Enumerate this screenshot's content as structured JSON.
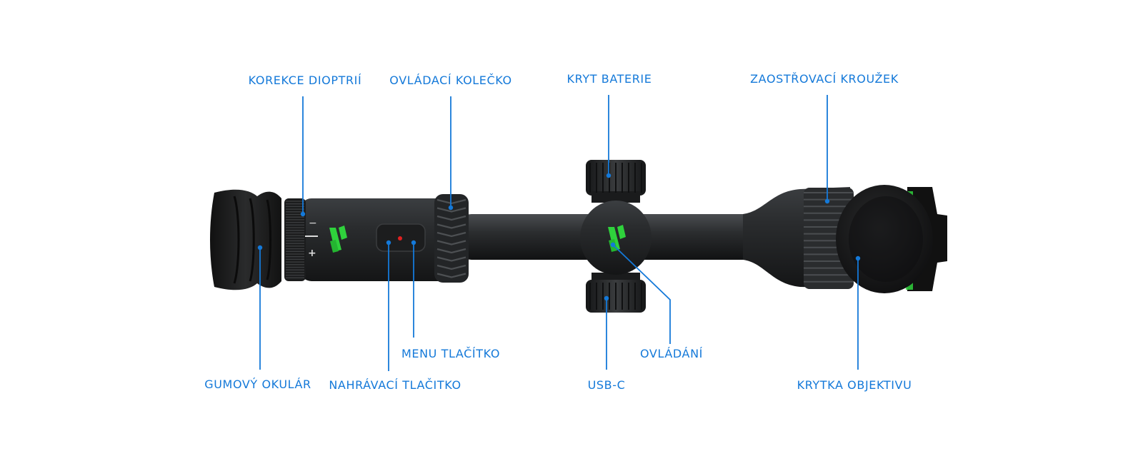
{
  "colors": {
    "accent": "#1479d9",
    "body": "#2a2c2e",
    "body_dark": "#151617",
    "logo_green": "#2fd13c"
  },
  "labels": {
    "diopter": "KOREKCE DIOPTRIÍ",
    "wheel": "OVLÁDACÍ KOLEČKO",
    "battery": "KRYT BATERIE",
    "focus": "ZAOSTŘOVACÍ KROUŽEK",
    "menu": "MENU TLAČÍTKO",
    "control": "OVLÁDÁNÍ",
    "eyepiece": "GUMOVÝ OKULÁR",
    "record": "NAHRÁVACÍ TLAČITKO",
    "usbc": "USB-C",
    "lens_cap": "KRYTKA OBJEKTIVU"
  },
  "device": {
    "diopter_minus": "−",
    "diopter_plus": "+"
  },
  "icons": [
    "brand-logo-icon",
    "record-button-icon"
  ]
}
